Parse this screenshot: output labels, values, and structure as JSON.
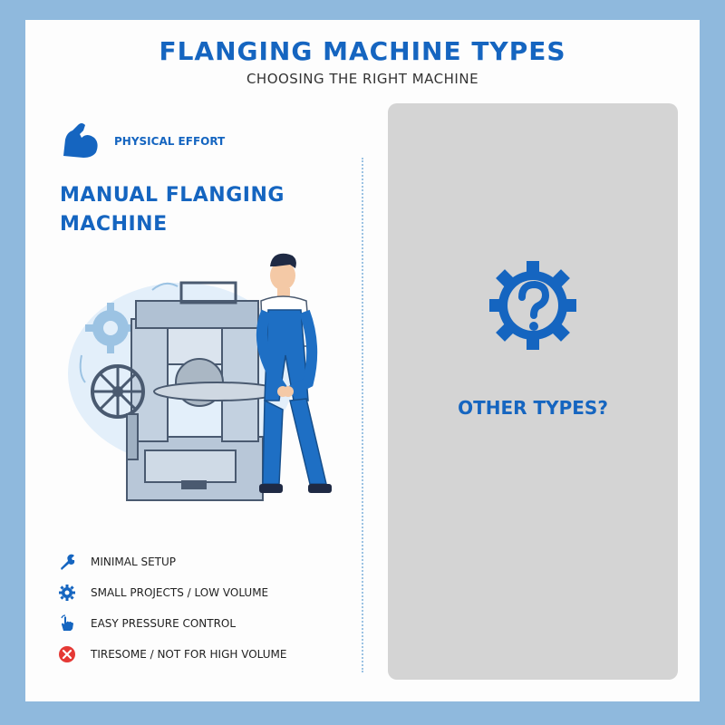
{
  "header": {
    "title": "FLANGING MACHINE TYPES",
    "subtitle": "CHOOSING THE RIGHT MACHINE"
  },
  "left": {
    "effort_label": "PHYSICAL EFFORT",
    "effort_icon": "flexed-arm-icon",
    "machine_title_line1": "MANUAL FLANGING",
    "machine_title_line2": "MACHINE",
    "features": [
      {
        "icon": "wrench-icon",
        "label": "MINIMAL SETUP"
      },
      {
        "icon": "gear-icon",
        "label": "SMALL PROJECTS / LOW VOLUME"
      },
      {
        "icon": "hand-pointer-icon",
        "label": "EASY PRESSURE CONTROL"
      },
      {
        "icon": "x-circle-icon",
        "label": "TIRESOME / NOT FOR HIGH VOLUME"
      }
    ]
  },
  "right": {
    "label": "OTHER TYPES?",
    "icon": "gear-question-icon"
  },
  "colors": {
    "accent": "#1565c0",
    "frame": "#8fb9dd",
    "panel": "#d4d4d4",
    "negative": "#e53935"
  }
}
